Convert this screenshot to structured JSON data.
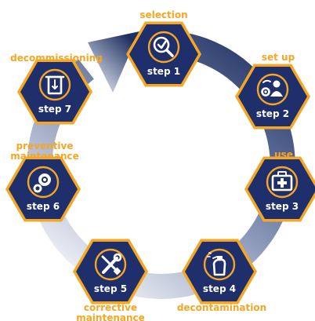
{
  "colors": {
    "ring_dark": "#23335f",
    "ring_light": "#eef1f7",
    "hex_fill": "#1f2f6b",
    "hex_border": "#f5a623",
    "text_accent": "#f5a623",
    "icon_white": "#ffffff"
  },
  "steps": [
    {
      "step_label": "step 1",
      "caption": "selection",
      "icon": "magnifier-check-icon"
    },
    {
      "step_label": "step 2",
      "caption": "set up",
      "icon": "person-gears-icon"
    },
    {
      "step_label": "step 3",
      "caption": "use",
      "icon": "medical-case-icon"
    },
    {
      "step_label": "step 4",
      "caption": "decontamination",
      "icon": "spray-bottle-icon"
    },
    {
      "step_label": "step 5",
      "caption": "corrective maintenance",
      "caption_lines": [
        "corrective",
        "maintenance"
      ],
      "icon": "wrench-screwdriver-icon"
    },
    {
      "step_label": "step 6",
      "caption": "preventive maintenance",
      "caption_lines": [
        "preventive",
        "maintenance"
      ],
      "icon": "gears-icon"
    },
    {
      "step_label": "step 7",
      "caption": "decommissioning",
      "icon": "disposal-bin-icon"
    }
  ]
}
